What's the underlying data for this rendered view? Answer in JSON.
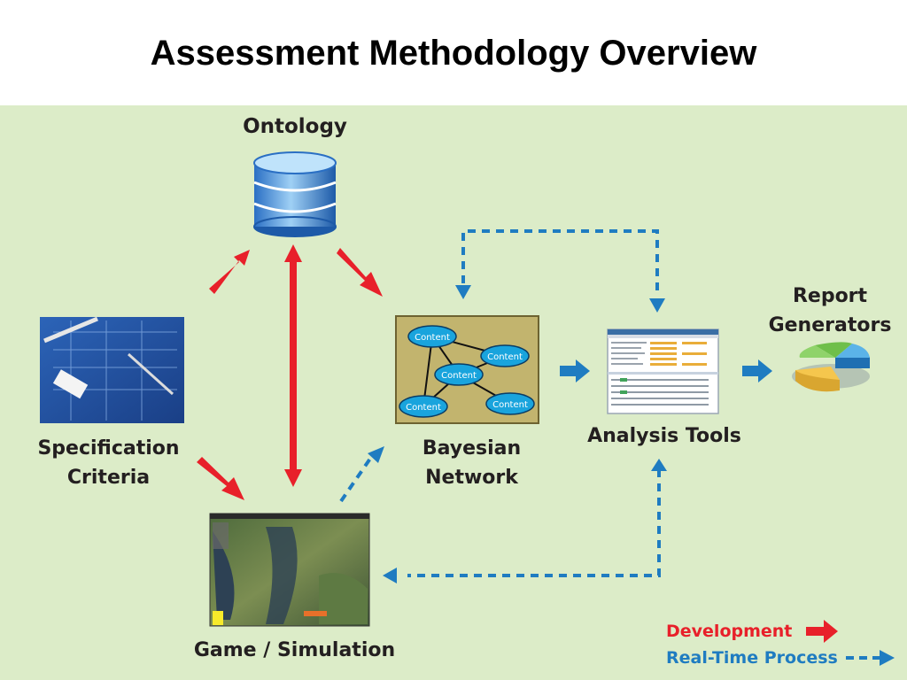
{
  "title": "Assessment Methodology Overview",
  "nodes": {
    "ontology": "Ontology",
    "specification": "Specification Criteria",
    "bayesian": "Bayesian Network",
    "analysis": "Analysis Tools",
    "report": "Report Generators",
    "game": "Game / Simulation"
  },
  "bayesian_node_label": "Content",
  "legend": {
    "development": "Development",
    "realtime": "Real-Time Process"
  },
  "colors": {
    "panel_bg": "#dcecc8",
    "development": "#e8202a",
    "realtime": "#1f7cc1",
    "network_bg": "#c2b46e",
    "node_fill": "#19a4dd"
  }
}
